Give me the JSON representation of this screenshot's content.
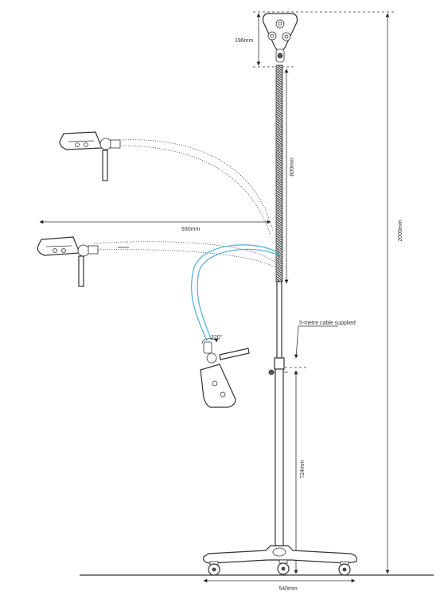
{
  "dimensions": {
    "head_height": "196mm",
    "gooseneck_length": "800mm",
    "reach": "930mm",
    "total_height": "2000mm",
    "base_to_socket_height": "724mm",
    "base_width": "540mm",
    "rotation": "320°"
  },
  "annotations": {
    "cable_note": "5-metre cable supplied"
  },
  "colors": {
    "line": "#333333",
    "cable_blue": "#5ab4d6",
    "background": "#ffffff"
  }
}
